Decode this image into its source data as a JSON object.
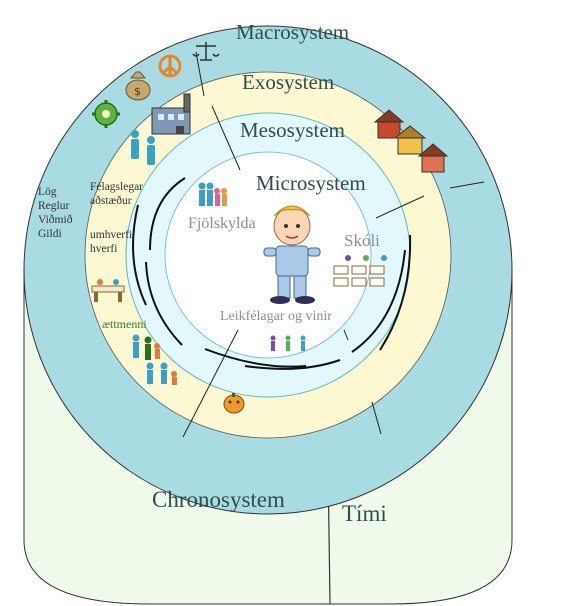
{
  "diagram": {
    "rings": {
      "macro": "Macrosystem",
      "exo": "Exosystem",
      "meso": "Mesosystem",
      "micro": "Microsystem",
      "chrono": "Chronosystem",
      "time": "Tími"
    },
    "micro_labels": {
      "family": "Fjölskylda",
      "school": "Skóli",
      "peers": "Leikfélagar og vinir"
    },
    "macro_list": [
      "Lög",
      "Reglur",
      "Viðmið",
      "Gildi"
    ],
    "exo_labels": {
      "social": "Félagslegar aðstæður",
      "environment": "umhverfi hverfi",
      "relatives": "ættmenni"
    },
    "colors": {
      "macro": "#a9dbe2",
      "exo": "#fbf8d2",
      "meso": "#e3f8fb",
      "micro": "#ffffff",
      "chrono": "#effaeb",
      "outline": "#333333"
    }
  }
}
